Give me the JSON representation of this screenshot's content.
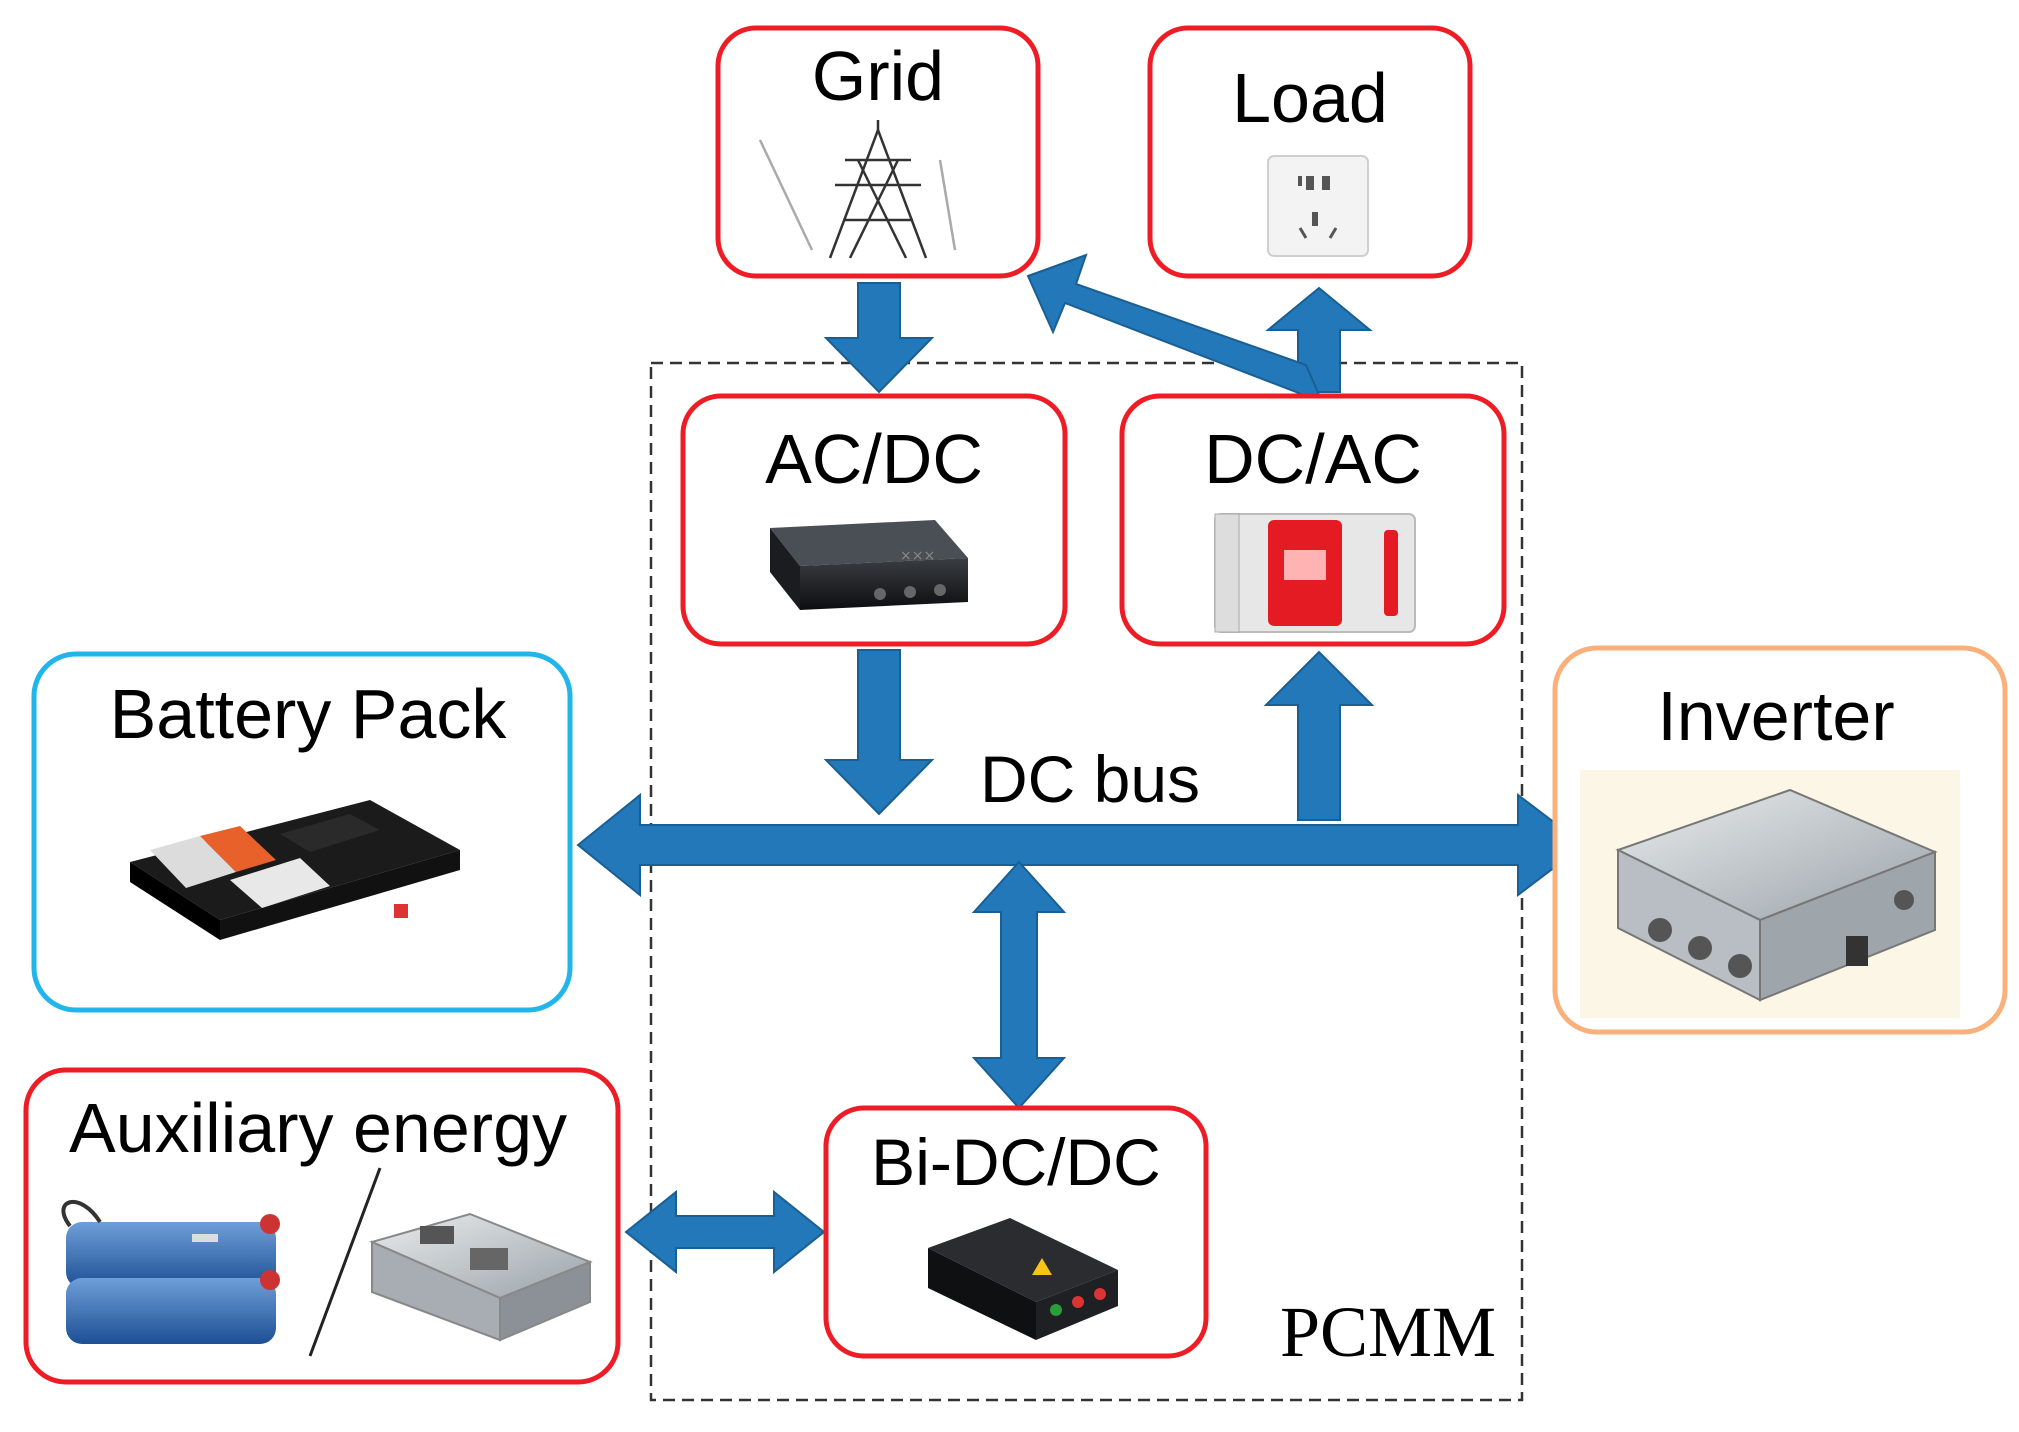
{
  "nodes": {
    "grid": "Grid",
    "load": "Load",
    "acdc": "AC/DC",
    "dcac": "DC/AC",
    "battery": "Battery Pack",
    "inverter": "Inverter",
    "auxiliary": "Auxiliary energy",
    "bidcdc": "Bi-DC/DC"
  },
  "bus_label": "DC bus",
  "group_label": "PCMM",
  "colors": {
    "converter_border": "#ee1c24",
    "battery_border": "#20b6ea",
    "inverter_border": "#f9b07a",
    "arrow_fill": "#2278b8",
    "group_border": "#333333"
  },
  "icons": {
    "grid": "transmission-tower-icon",
    "load": "wall-socket-icon",
    "acdc": "converter-box-icon",
    "dcac": "dcac-converter-icon",
    "battery": "battery-pack-icon",
    "inverter": "inverter-unit-icon",
    "auxiliary": [
      "supercapacitor-icon",
      "fuel-cell-icon"
    ],
    "bidcdc": "bidirectional-converter-icon"
  }
}
